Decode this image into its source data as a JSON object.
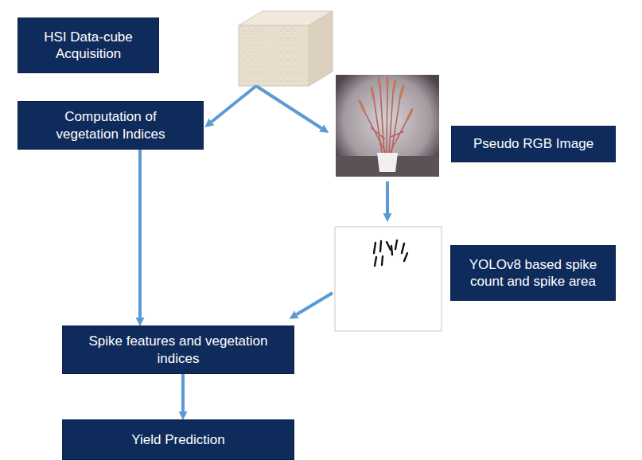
{
  "diagram": {
    "nodes": [
      {
        "text": [
          "HSI Data-cube Acquisition"
        ]
      },
      {
        "text": [
          "Computation of vegetation Indices"
        ]
      },
      {
        "text": [
          "Pseudo RGB Image"
        ]
      },
      {
        "text": [
          "YOLOv8 based spike count and spike area"
        ]
      },
      {
        "text": [
          "Spike features and vegetation indices"
        ]
      },
      {
        "text": [
          "Yield Prediction"
        ]
      }
    ],
    "edges": [
      {
        "from": 1,
        "to": 4,
        "arrow": "to"
      },
      {
        "from": 4,
        "to": 5,
        "arrow": "to"
      }
    ]
  }
}
